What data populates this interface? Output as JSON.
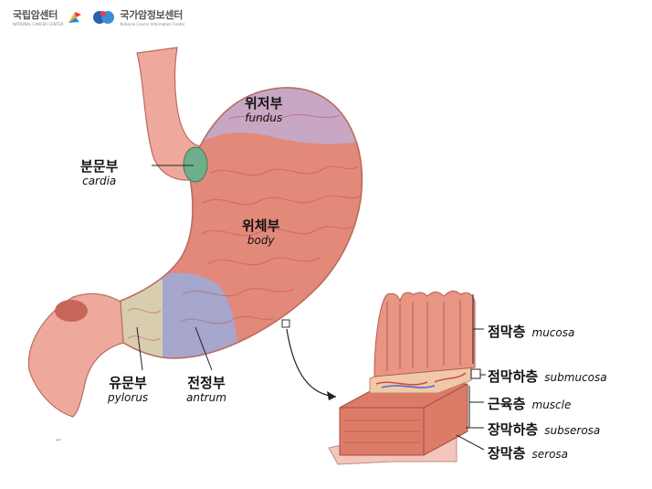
{
  "logos": {
    "ncc": {
      "ko": "국립암센터",
      "en": "NATIONAL CANCER CENTER"
    },
    "cic": {
      "ko": "국가암정보센터",
      "en": "National Cancer Information Center"
    }
  },
  "regions": {
    "fundus": {
      "ko": "위저부",
      "en": "fundus"
    },
    "cardia": {
      "ko": "분문부",
      "en": "cardia"
    },
    "body": {
      "ko": "위체부",
      "en": "body"
    },
    "pylorus": {
      "ko": "유문부",
      "en": "pylorus"
    },
    "antrum": {
      "ko": "전정부",
      "en": "antrum"
    }
  },
  "layers": {
    "mucosa": {
      "ko": "점막층",
      "en": "mucosa"
    },
    "submucosa": {
      "ko": "점막하층",
      "en": "submucosa"
    },
    "muscle": {
      "ko": "근육층",
      "en": "muscle"
    },
    "subserosa": {
      "ko": "장막하층",
      "en": "subserosa"
    },
    "serosa": {
      "ko": "장막층",
      "en": "serosa"
    }
  },
  "colors": {
    "stomach": "#e3897a",
    "fundus": "#c7a7c4",
    "antrum": "#a7a6cc",
    "pylorus": "#d9cdb0",
    "cardia": "#6fae8a",
    "tube": "#eea89c"
  }
}
